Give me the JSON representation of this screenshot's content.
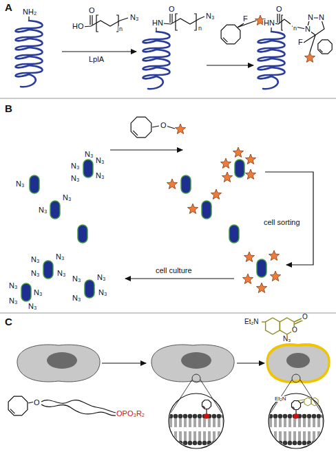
{
  "diagram": {
    "labels": [
      "A",
      "NH₂",
      "O",
      "HO",
      "n",
      "N₃",
      "LplA",
      "O",
      "HN",
      "n",
      "N₃",
      "F",
      "O",
      "HN",
      "n",
      "N",
      "N",
      "N",
      "F",
      "B",
      "N₃",
      "N₃",
      "N₃",
      "N₃",
      "N₃",
      "N₃",
      "N₃",
      "N₃",
      "O",
      "cell sorting",
      "cell culture",
      "N₃",
      "N₃",
      "N₃",
      "N₃",
      "N₃",
      "N₃",
      "N₃",
      "N₃",
      "N₃",
      "N₃",
      "N₃",
      "N₃",
      "C",
      "Et₂N",
      "O",
      "O",
      "N₃",
      "O",
      "OPO₃R₂",
      "Et₂N"
    ]
  }
}
